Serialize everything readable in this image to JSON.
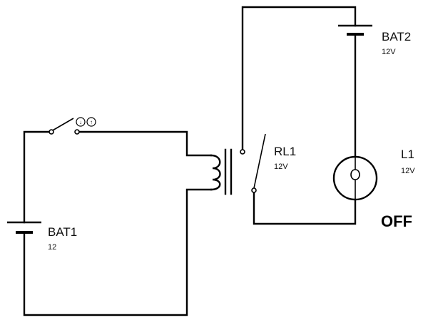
{
  "components": {
    "bat1": {
      "name": "BAT1",
      "value": "12"
    },
    "bat2": {
      "name": "BAT2",
      "value": "12V"
    },
    "relay": {
      "name": "RL1",
      "value": "12V"
    },
    "lamp": {
      "name": "L1",
      "value": "12V"
    },
    "switch": {
      "close_icon": "down-arrow-icon",
      "open_icon": "up-arrow-icon",
      "close_glyph": "↓",
      "open_glyph": "↑"
    }
  },
  "status": {
    "lamp_state": "OFF"
  }
}
